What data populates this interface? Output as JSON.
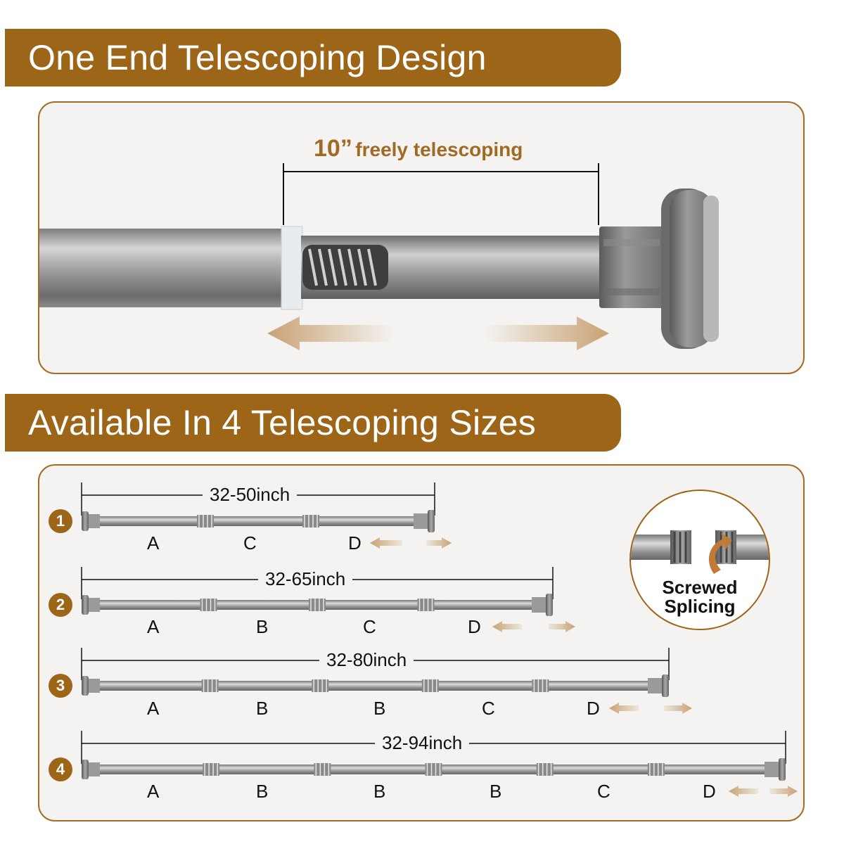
{
  "banner_top": "One End Telescoping Design",
  "banner_bottom": "Available In 4 Telescoping Sizes",
  "telescoping": {
    "amount": "10”",
    "text": "freely telescoping"
  },
  "rows": [
    {
      "number": "1",
      "size": "32-50inch",
      "segments": [
        "A",
        "C",
        "D"
      ]
    },
    {
      "number": "2",
      "size": "32-65inch",
      "segments": [
        "A",
        "B",
        "C",
        "D"
      ]
    },
    {
      "number": "3",
      "size": "32-80inch",
      "segments": [
        "A",
        "B",
        "B",
        "C",
        "D"
      ]
    },
    {
      "number": "4",
      "size": "32-94inch",
      "segments": [
        "A",
        "B",
        "B",
        "B",
        "C",
        "D"
      ]
    }
  ],
  "screw_callout": {
    "line1": "Screwed",
    "line2": "Splicing"
  },
  "colors": {
    "brand_brown": "#9c6518",
    "arrow_tan": "#c9a57a",
    "rod_steel": "#9a9a9a"
  }
}
